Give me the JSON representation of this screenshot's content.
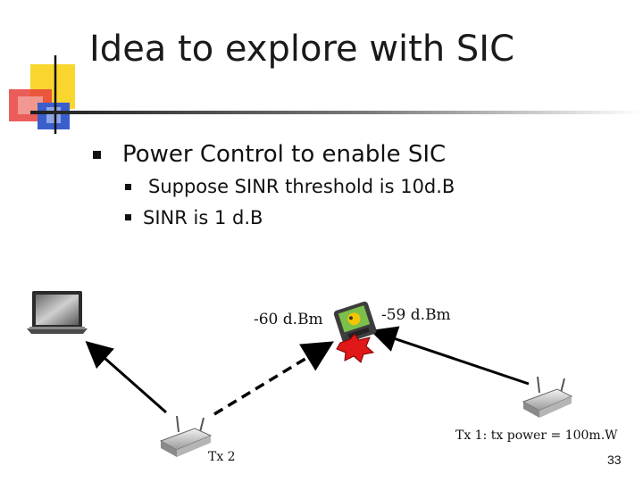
{
  "slide": {
    "title": "Idea to explore with SIC",
    "bullets": [
      {
        "text": "Power Control to enable SIC",
        "level": 1
      },
      {
        "text": " Suppose SINR threshold is 10d.B",
        "level": 2
      },
      {
        "text": "SINR is 1 d.B",
        "level": 2
      }
    ],
    "page_number": "33"
  },
  "diagram": {
    "label_left_signal": "-60 d.Bm",
    "label_right_signal": "-59 d.Bm",
    "tx1_label": "Tx 1: tx power = 100m.W",
    "tx2_label": "Tx 2",
    "icons": [
      "laptop-icon",
      "wireless-router-icon",
      "wireless-router-icon",
      "pda-receiver-icon",
      "collision-burst-icon"
    ]
  },
  "colors": {
    "accent_yellow": "#f9d62e",
    "accent_red": "#e8413c",
    "accent_blue": "#3a5fcd",
    "rule_dark": "#1e1e1e"
  }
}
